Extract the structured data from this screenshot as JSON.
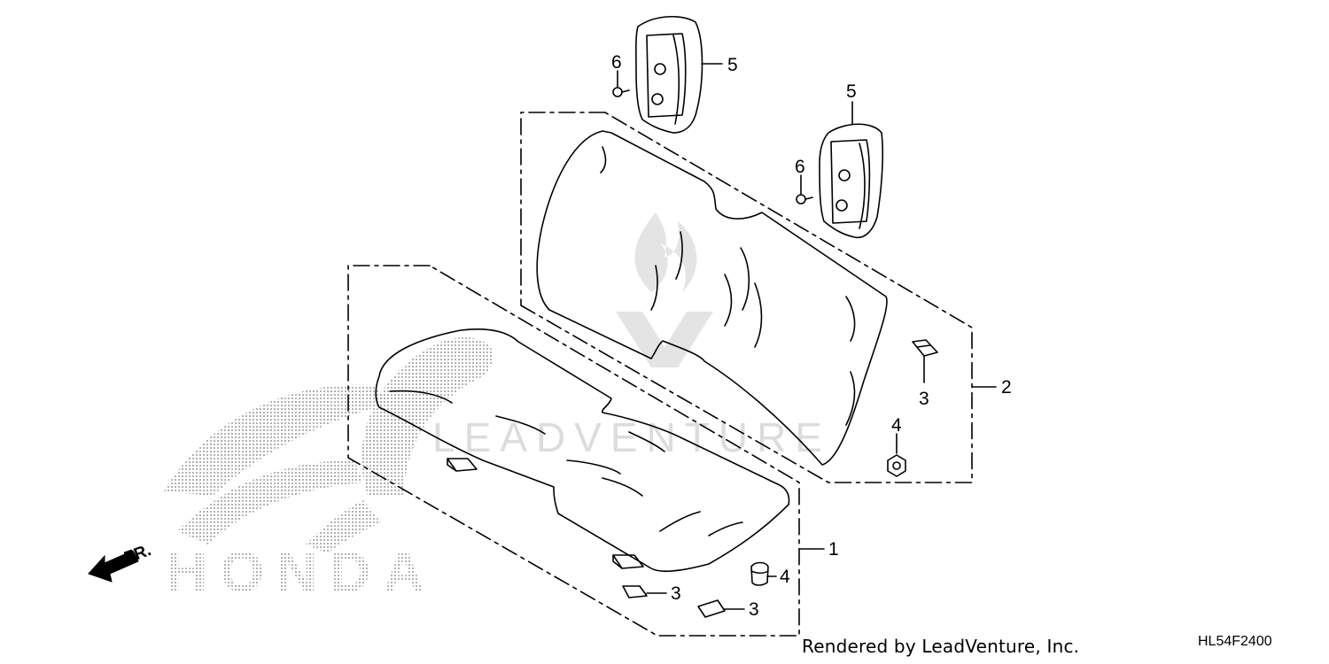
{
  "callouts": {
    "c1": "1",
    "c2": "2",
    "c3a": "3",
    "c3b": "3",
    "c3c": "3",
    "c4a": "4",
    "c4b": "4",
    "c5a": "5",
    "c5b": "5",
    "c6a": "6",
    "c6b": "6"
  },
  "direction_label": "FR.",
  "brand_logo_text": "HONDA",
  "watermark_text": "LEADVENTURE",
  "footer": {
    "rendered_by": "Rendered by LeadVenture, Inc.",
    "diagram_code": "HL54F2400"
  },
  "colors": {
    "line": "#000000",
    "watermark": "#d9d9d9",
    "logo_dots": "#9a9a9a"
  }
}
